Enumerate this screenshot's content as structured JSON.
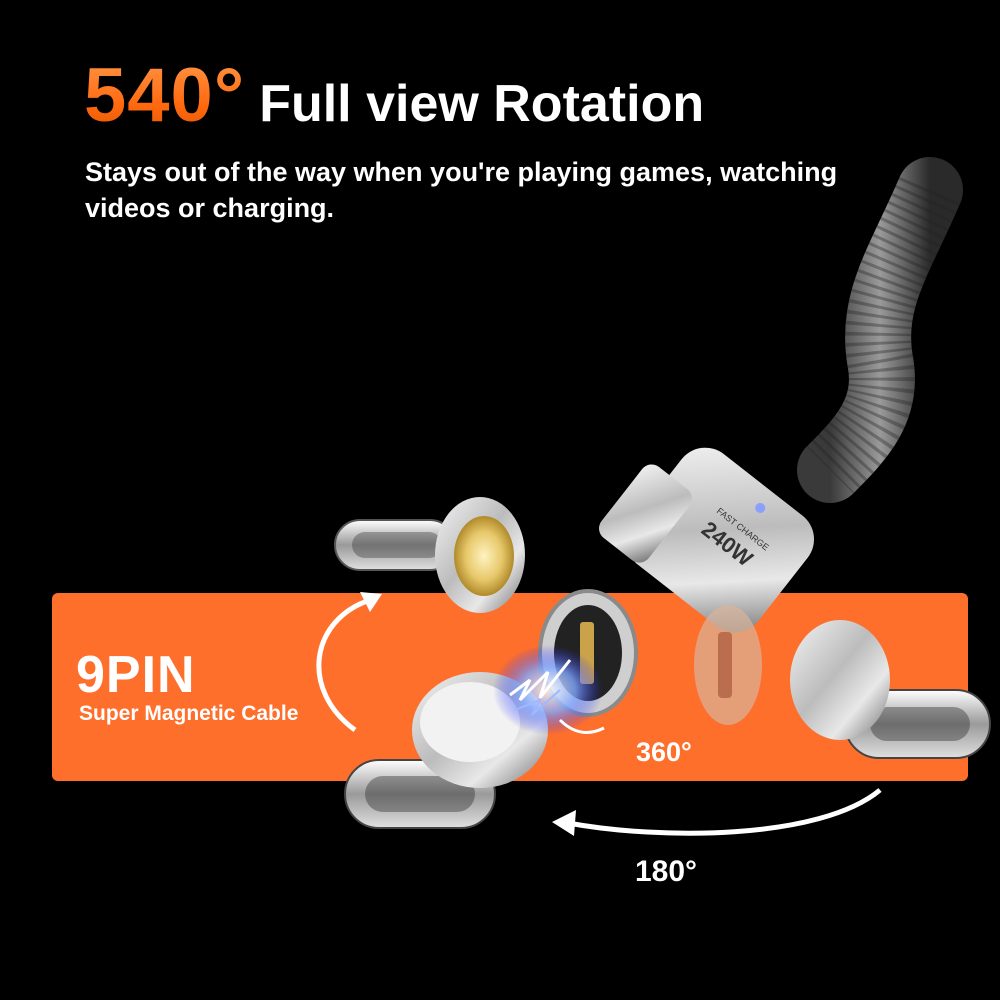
{
  "headline": {
    "big": "540°",
    "rest": "Full view Rotation"
  },
  "subline": "Stays out of the way when you're playing games, watching videos or charging.",
  "banner": {
    "title": "9PIN",
    "subtitle": "Super Magnetic Cable"
  },
  "connector_label": "240W",
  "connector_sub": "FAST CHARGE",
  "rotation_labels": {
    "a": "360°",
    "b": "180°"
  },
  "colors": {
    "accent": "#ff6f2c",
    "headline_orange": "#ff6a10",
    "background": "#000000"
  }
}
